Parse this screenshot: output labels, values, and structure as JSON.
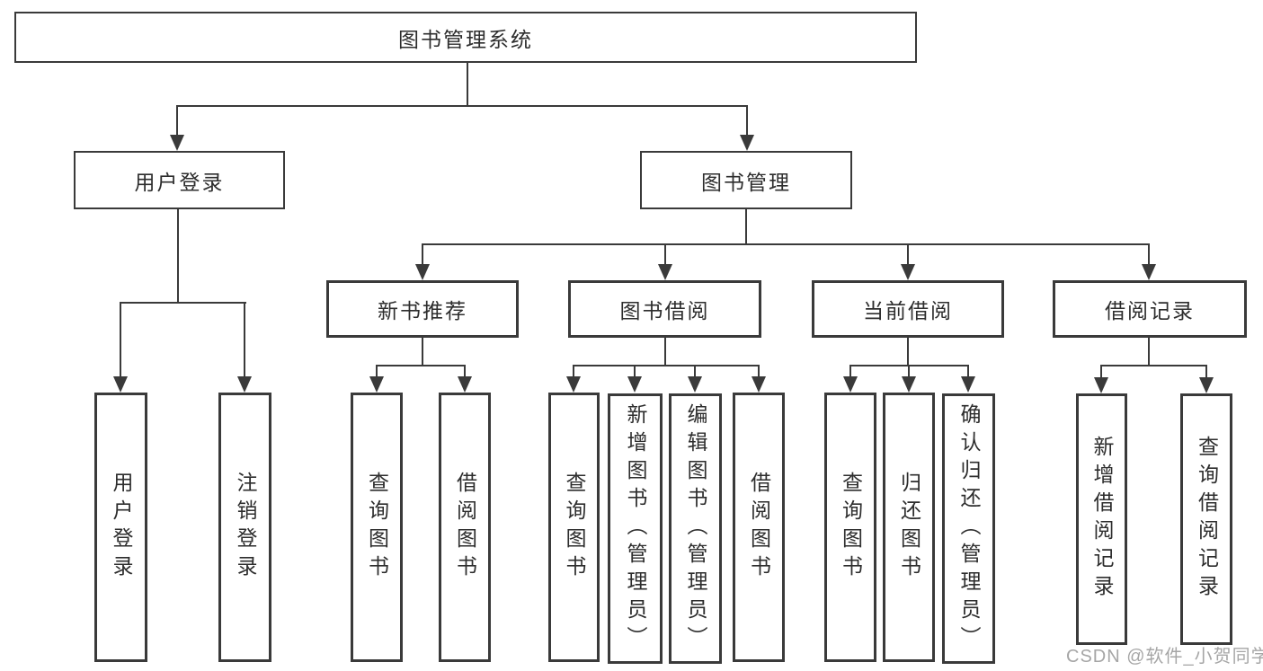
{
  "diagram": {
    "type": "hierarchy",
    "root": {
      "label": "图书管理系统"
    },
    "level2": {
      "user_login": {
        "label": "用户登录"
      },
      "book_mgmt": {
        "label": "图书管理"
      }
    },
    "level3": {
      "new_book_rec": {
        "label": "新书推荐",
        "parent": "图书管理"
      },
      "book_borrow": {
        "label": "图书借阅",
        "parent": "图书管理"
      },
      "current_borrow": {
        "label": "当前借阅",
        "parent": "图书管理"
      },
      "borrow_record": {
        "label": "借阅记录",
        "parent": "图书管理"
      }
    },
    "leaves": {
      "user_login_leaf": {
        "label": "用户登录",
        "parent": "用户登录"
      },
      "logout_leaf": {
        "label": "注销登录",
        "parent": "用户登录"
      },
      "rec_query": {
        "label": "查询图书",
        "parent": "新书推荐"
      },
      "rec_borrow": {
        "label": "借阅图书",
        "parent": "新书推荐"
      },
      "bb_query": {
        "label": "查询图书",
        "parent": "图书借阅"
      },
      "bb_add": {
        "label": "新增图书（管理员）",
        "parent": "图书借阅"
      },
      "bb_edit": {
        "label": "编辑图书（管理员）",
        "parent": "图书借阅"
      },
      "bb_borrow": {
        "label": "借阅图书",
        "parent": "图书借阅"
      },
      "cb_query": {
        "label": "查询图书",
        "parent": "当前借阅"
      },
      "cb_return": {
        "label": "归还图书",
        "parent": "当前借阅"
      },
      "cb_confirm": {
        "label": "确认归还（管理员）",
        "parent": "当前借阅"
      },
      "br_add": {
        "label": "新增借阅记录",
        "parent": "借阅记录"
      },
      "br_query": {
        "label": "查询借阅记录",
        "parent": "借阅记录"
      }
    },
    "watermark": "CSDN @软件_小贺同学"
  },
  "colors": {
    "line": "#3a3a3a",
    "text": "#2d2d2d",
    "background": "#ffffff",
    "watermark": "#a6a6a6"
  }
}
